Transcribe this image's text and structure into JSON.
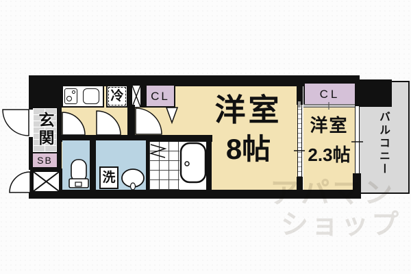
{
  "rooms": {
    "entrance": {
      "label": "玄関"
    },
    "shoe_box": {
      "label": "SB"
    },
    "refrigerator": {
      "label": "冷"
    },
    "closet_hall": {
      "label": "CL"
    },
    "closet_bedroom": {
      "label": "CL"
    },
    "main_room": {
      "label": "洋室",
      "size": "8帖"
    },
    "second_room": {
      "label": "洋室",
      "size": "2.3帖"
    },
    "laundry": {
      "label": "洗"
    },
    "balcony": {
      "label": "バルコニー"
    }
  },
  "watermark": {
    "line1": "アパマン",
    "line2": "ショップ"
  },
  "colors": {
    "room_floor": "#f3e3b4",
    "wet_room": "#b9d4e3",
    "closet": "#d5c1d8",
    "tile_grey": "#d9d9d9",
    "wall": "#111111"
  }
}
